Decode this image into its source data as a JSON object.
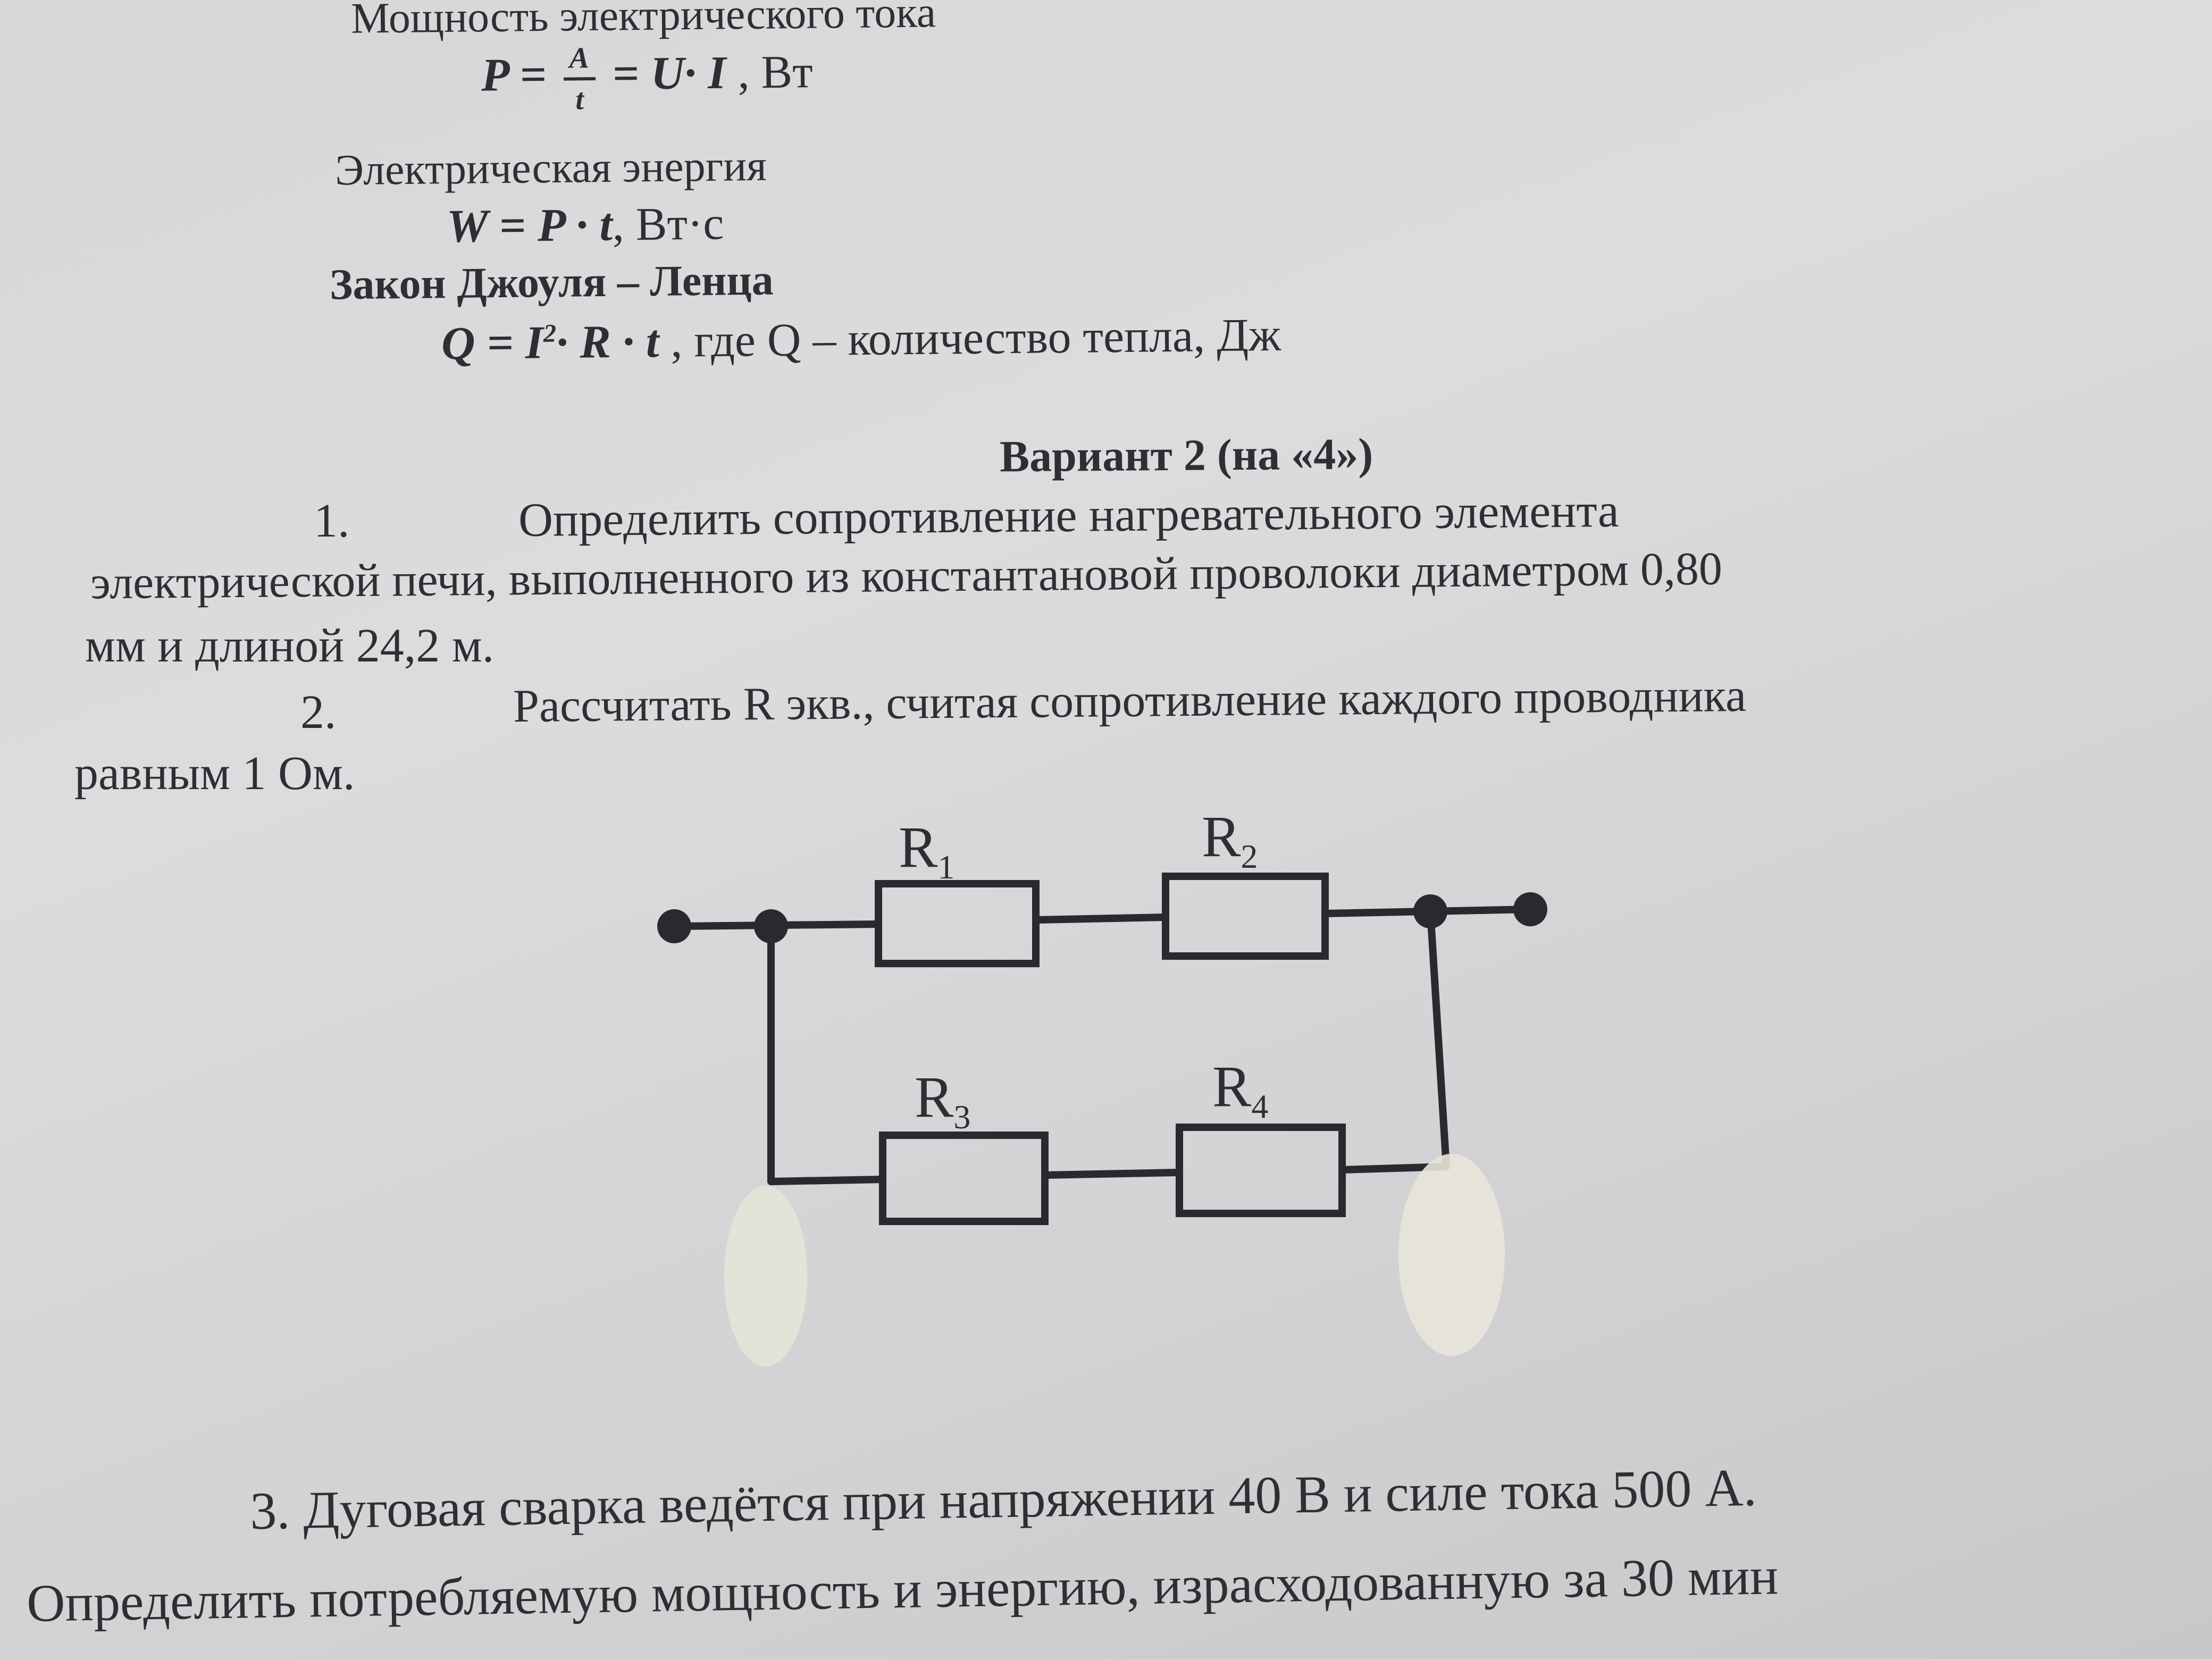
{
  "formulas_section": {
    "power_heading": "Мощность электрического тока",
    "power_formula": {
      "lhs": "P =",
      "frac_num": "A",
      "frac_den": "t",
      "rhs": "= U· I",
      "unit": ", Вт"
    },
    "energy_heading": "Электрическая энергия",
    "energy_formula": {
      "expr": "W = P · t",
      "unit": ",  Вт·с"
    },
    "joule_heading": "Закон Джоуля – Ленца",
    "joule_formula": {
      "q": "Q = I",
      "sup": "2",
      "rest": "· R · t",
      "note": " , где  Q – количество тепла, Дж"
    }
  },
  "variant": {
    "title": "Вариант 2 (на «4»)",
    "task1": {
      "number": "1.",
      "line1": "Определить сопротивление нагревательного элемента",
      "line2": "электрической печи, выполненного из  константановой   проволоки диаметром 0,80",
      "line3": "мм  и длиной 24,2 м."
    },
    "task2": {
      "number": "2.",
      "line1": "Рассчитать  R  экв.,  считая  сопротивление  каждого  проводника",
      "line2": "равным 1  Ом."
    },
    "circuit": {
      "resistors": [
        {
          "label": "R",
          "sub": "1"
        },
        {
          "label": "R",
          "sub": "2"
        },
        {
          "label": "R",
          "sub": "3"
        },
        {
          "label": "R",
          "sub": "4"
        }
      ]
    },
    "task3": {
      "line1": "3. Дуговая сварка ведётся при напряжении 40 В и силе тока 500 А.",
      "line2": "Определить потребляемую мощность и энергию, израсходованную за 30 мин"
    }
  }
}
